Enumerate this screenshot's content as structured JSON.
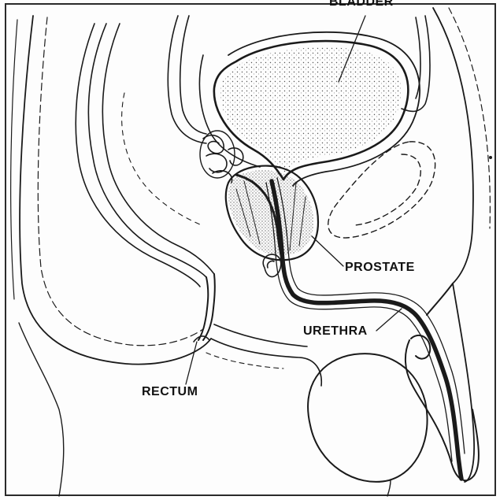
{
  "labels": {
    "bladder": "BLADDER",
    "prostate": "PROSTATE",
    "urethra": "URETHRA",
    "rectum": "RECTUM"
  },
  "colors": {
    "ink": "#1a1a1a",
    "paper": "#fdfdfd",
    "stipple": "#555555"
  }
}
